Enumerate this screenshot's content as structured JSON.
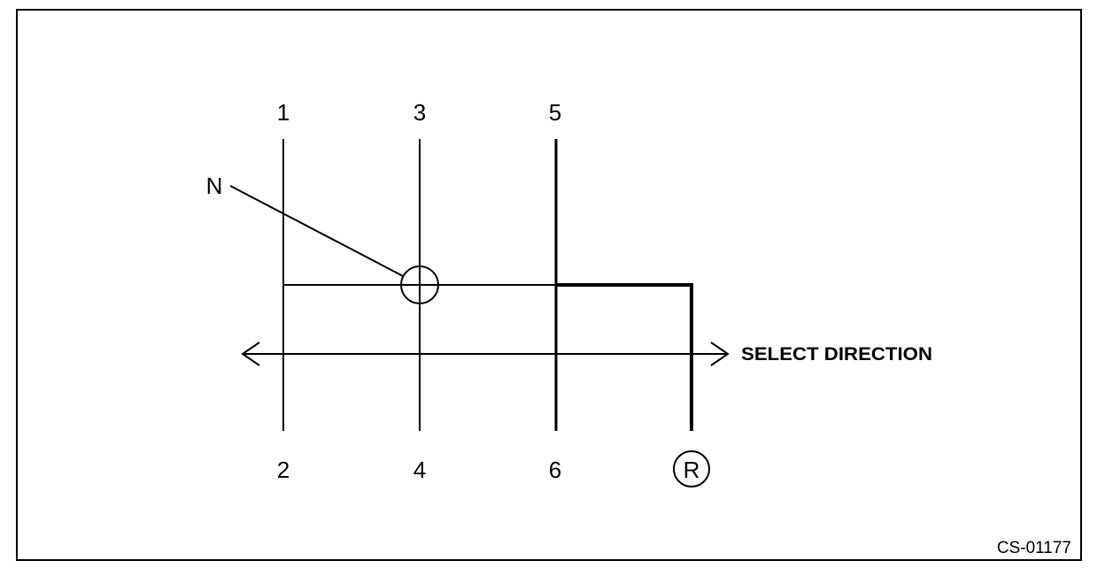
{
  "diagram": {
    "gears": {
      "g1": "1",
      "g2": "2",
      "g3": "3",
      "g4": "4",
      "g5": "5",
      "g6": "6",
      "reverse": "R"
    },
    "neutral_label": "N",
    "direction_label": "SELECT DIRECTION",
    "figure_code": "CS-01177"
  }
}
